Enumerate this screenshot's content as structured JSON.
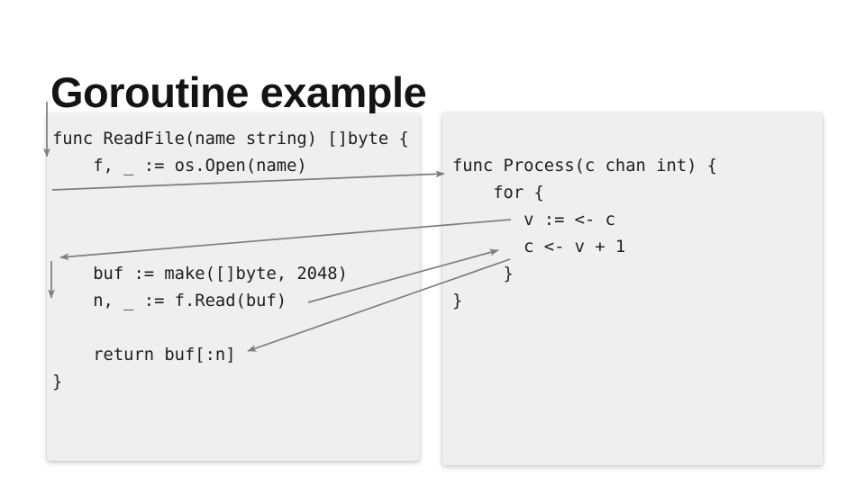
{
  "slide": {
    "title": "Goroutine example",
    "left_code": {
      "name": "ReadFile function",
      "lines": [
        "func ReadFile(name string) []byte {",
        "    f, _ := os.Open(name)",
        "",
        "",
        "",
        "    buf := make([]byte, 2048)",
        "    n, _ := f.Read(buf)",
        "",
        "    return buf[:n]",
        "}"
      ]
    },
    "right_code": {
      "name": "Process function",
      "lines": [
        "func Process(c chan int) {",
        "    for {",
        "       v := <- c",
        "       c <- v + 1",
        "     }",
        "}"
      ]
    },
    "arrows": {
      "entry_into_readfile": "flow enters ReadFile",
      "open_to_process": "after os.Open control flows to func Process",
      "receive_back_to_readfile": "from v := <- c back to ReadFile body",
      "continue_down_readfile": "flow continues down left panel",
      "read_to_send": "from f.Read(buf) to c <- v + 1",
      "send_to_return": "from channel send back to return buf[:n]"
    },
    "colors": {
      "background": "#ffffff",
      "panel_bg": "#efefef",
      "title_text": "#141414",
      "code_text": "#1e1e1e",
      "arrow": "#7d7d7d"
    }
  }
}
